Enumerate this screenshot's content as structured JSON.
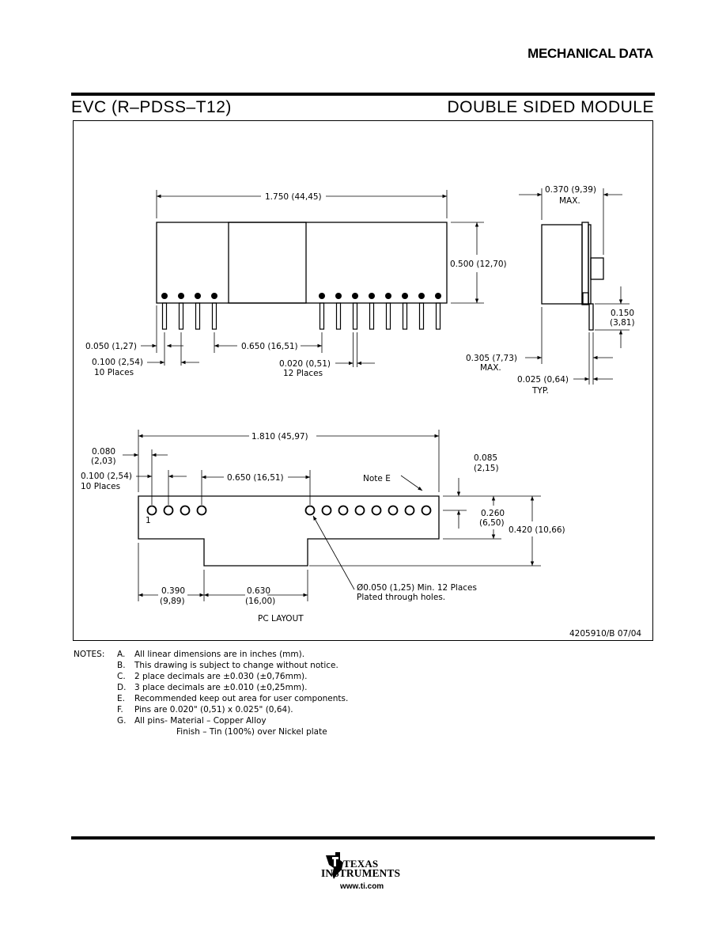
{
  "header": {
    "title": "MECHANICAL DATA"
  },
  "package": {
    "name": "EVC (R–PDSS–T12)",
    "type": "DOUBLE SIDED MODULE"
  },
  "front_view": {
    "length": "1.750 (44,45)",
    "height": "0.500 (12,70)",
    "pin_offset": "0.050 (1,27)",
    "pitch": "0.100 (2,54)",
    "pitch_note": "10 Places",
    "gap": "0.650 (16,51)",
    "pin_width": "0.020 (0,51)",
    "pin_width_note": "12 Places"
  },
  "side_view": {
    "max_thickness": "0.370 (9,39)",
    "max_label": "MAX.",
    "pin_length": "0.150",
    "pin_length_mm": "(3,81)",
    "body_max": "0.305 (7,73)",
    "body_max_label": "MAX.",
    "pin_thickness": "0.025 (0,64)",
    "typ_label": "TYP."
  },
  "pc_layout": {
    "width": "1.810 (45,97)",
    "edge_offset": "0.080",
    "edge_offset_mm": "(2,03)",
    "pitch": "0.100 (2,54)",
    "pitch_note": "10 Places",
    "gap": "0.650 (16,51)",
    "note_e": "Note E",
    "top_offset": "0.085",
    "top_offset_mm": "(2,15)",
    "row_height": "0.260",
    "row_height_mm": "(6,50)",
    "total_height": "0.420 (10,66)",
    "pin1": "1",
    "left_width": "0.390",
    "left_width_mm": "(9,89)",
    "cut_width": "0.630",
    "cut_width_mm": "(16,00)",
    "hole_note_1": "Ø0.050 (1,25) Min. 12 Places",
    "hole_note_2": "Plated through holes.",
    "title": "PC LAYOUT",
    "drawing_id": "4205910/B 07/04"
  },
  "notes": {
    "label": "NOTES:",
    "items": [
      {
        "letter": "A.",
        "text": "All linear dimensions are in inches (mm)."
      },
      {
        "letter": "B.",
        "text": "This drawing is subject to change without notice."
      },
      {
        "letter": "C.",
        "text": "2 place decimals are ±0.030 (±0,76mm)."
      },
      {
        "letter": "D.",
        "text": "3 place decimals are ±0.010 (±0,25mm)."
      },
      {
        "letter": "E.",
        "text": "Recommended keep out area for user components."
      },
      {
        "letter": "F.",
        "text": "Pins  are 0.020\" (0,51) x 0.025\" (0,64)."
      },
      {
        "letter": "G.",
        "text": "All pins- Material – Copper Alloy"
      }
    ],
    "finish": "Finish – Tin (100%) over Nickel plate"
  },
  "footer": {
    "logo_line_1": "TEXAS",
    "logo_line_2": "INSTRUMENTS",
    "website": "www.ti.com"
  }
}
